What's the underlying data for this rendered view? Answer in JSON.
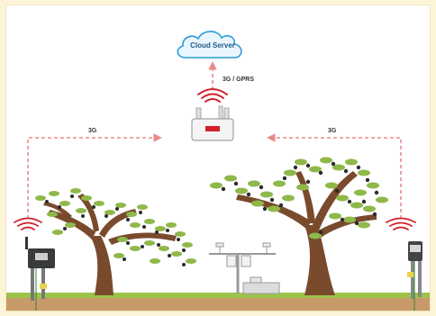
{
  "cloud": {
    "label": "Cloud Server"
  },
  "links": {
    "gateway_to_cloud": "3G / GPRS",
    "left_to_gateway": "3G",
    "right_to_gateway": "3G"
  },
  "colors": {
    "frame": "#fdf4d8",
    "dashed_link": "#e98a8a",
    "signal": "#d21f2b",
    "cloud_fill": "#eaf6fd",
    "cloud_stroke": "#2b9bd6",
    "trunk": "#7a4a2d",
    "leaf": "#8fb84a",
    "ground": "#9cc34a",
    "soil": "#c89a6a"
  },
  "icons": [
    "cloud-icon",
    "gateway-router-icon",
    "signal-icon",
    "sensor-node-icon",
    "weather-station-icon",
    "tree-icon"
  ]
}
